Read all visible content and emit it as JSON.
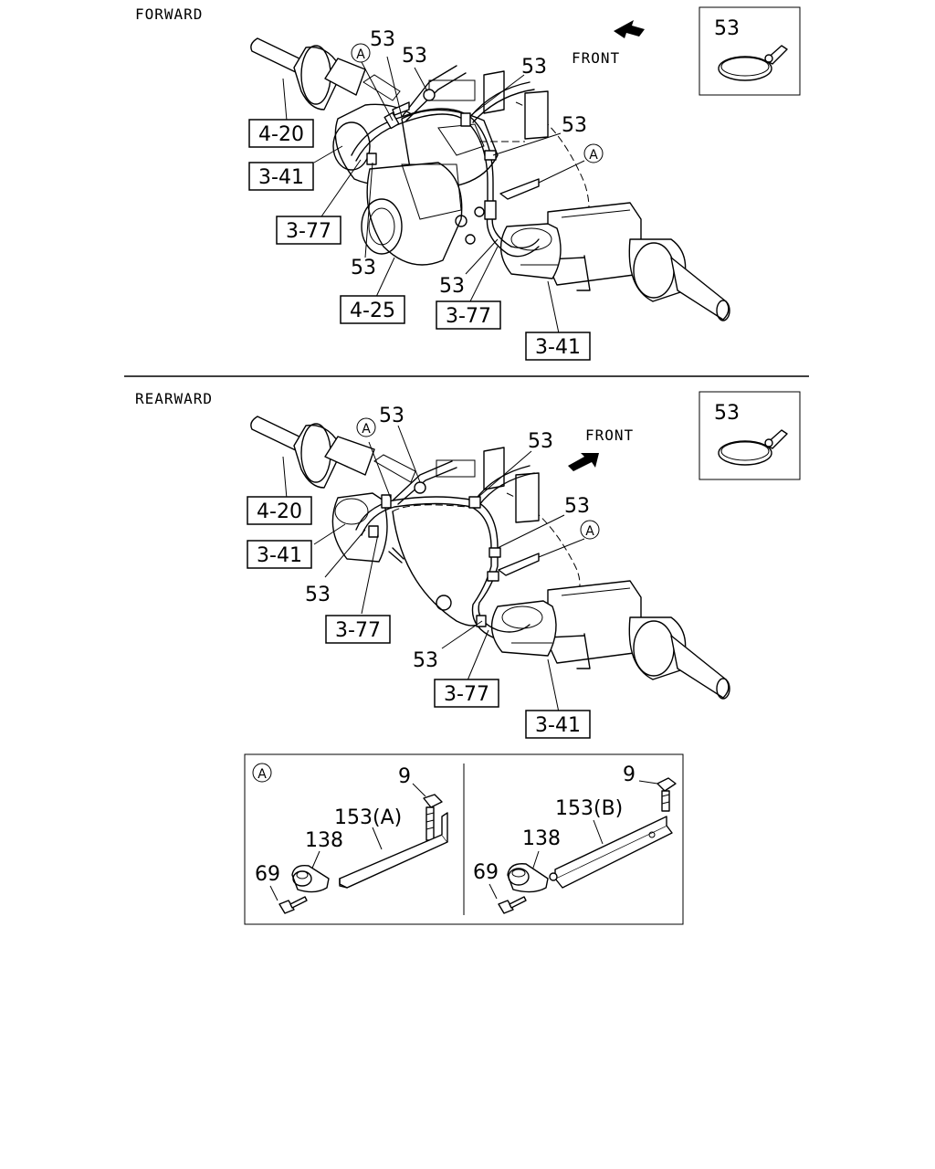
{
  "forward": {
    "title": "FORWARD",
    "front": "FRONT",
    "inset_label": "53",
    "ref_boxes": [
      "4-20",
      "3-41",
      "3-77",
      "4-25",
      "3-77",
      "3-41"
    ],
    "callouts": [
      "53",
      "53",
      "53",
      "53",
      "53",
      "53"
    ],
    "circle_marks": [
      "A",
      "A"
    ]
  },
  "rearward": {
    "title": "REARWARD",
    "front": "FRONT",
    "inset_label": "53",
    "ref_boxes": [
      "4-20",
      "3-41",
      "3-77",
      "3-77",
      "3-41"
    ],
    "callouts": [
      "53",
      "53",
      "53",
      "53",
      "53"
    ],
    "circle_marks": [
      "A",
      "A"
    ]
  },
  "detail_a": {
    "mark": "A",
    "left": {
      "bolt": "9",
      "bracket": "153(A)",
      "clip": "138",
      "screw": "69"
    },
    "right": {
      "bolt": "9",
      "bracket": "153(B)",
      "clip": "138",
      "screw": "69"
    }
  },
  "icons": [
    "front-arrow-icon"
  ]
}
